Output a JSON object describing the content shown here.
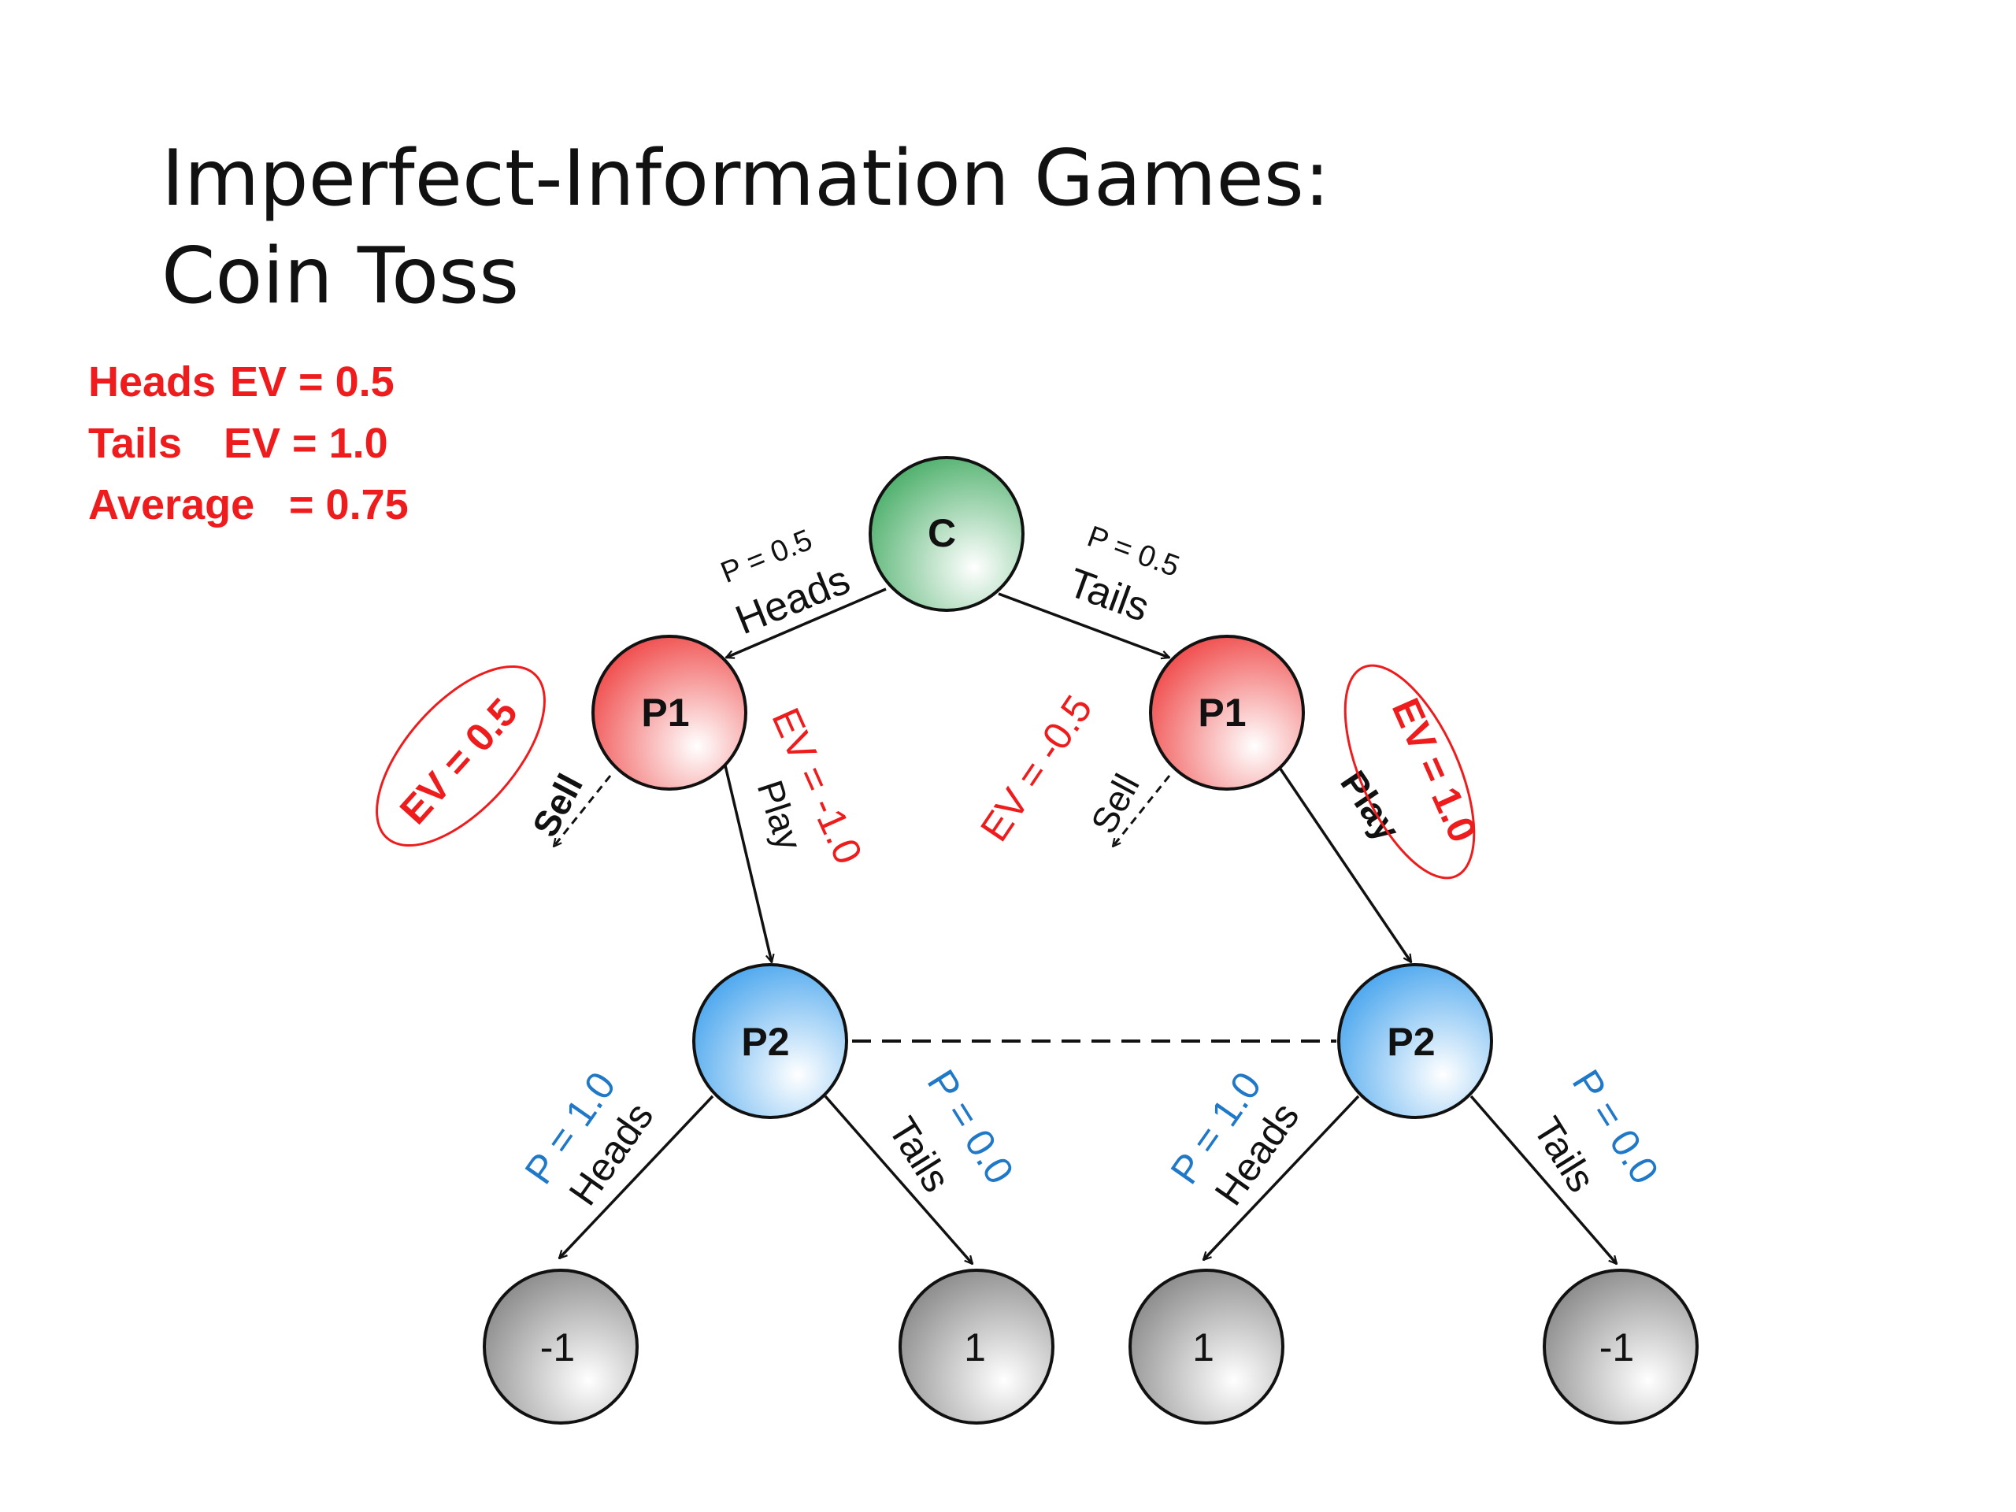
{
  "title": {
    "line1": "Imperfect-Information Games:",
    "line2": "Coin Toss"
  },
  "summary": {
    "heads_label": "Heads",
    "heads_value": "EV = 0.5",
    "tails_label": "Tails",
    "tails_value": "EV = 1.0",
    "average_label": "Average",
    "average_value": "= 0.75"
  },
  "colors": {
    "red": "#ee1c1c",
    "blue": "#1f78c8",
    "ink": "#111111",
    "chance_node": "#4caf6a",
    "p1_node": "#f04a4a",
    "p2_node": "#4aa6ee",
    "leaf_node": "#8a8a8a"
  },
  "nodes": {
    "chance": "C",
    "p1_left": "P1",
    "p1_right": "P1",
    "p2_left": "P2",
    "p2_right": "P2",
    "leaf_1": "-1",
    "leaf_2": "1",
    "leaf_3": "1",
    "leaf_4": "-1"
  },
  "edges": {
    "chance_left_prob": "P = 0.5",
    "chance_left_action": "Heads",
    "chance_right_prob": "P = 0.5",
    "chance_right_action": "Tails",
    "p1_left_sell": "Sell",
    "p1_left_play": "Play",
    "p1_left_sell_ev": "EV = 0.5",
    "p1_left_play_ev": "EV = -1.0",
    "p1_right_sell": "Sell",
    "p1_right_play": "Play",
    "p1_right_sell_ev": "EV = -0.5",
    "p1_right_play_ev": "EV = 1.0",
    "p2_left_heads_prob": "P = 1.0",
    "p2_left_heads": "Heads",
    "p2_left_tails_prob": "P = 0.0",
    "p2_left_tails": "Tails",
    "p2_right_heads_prob": "P = 1.0",
    "p2_right_heads": "Heads",
    "p2_right_tails_prob": "P = 0.0",
    "p2_right_tails": "Tails"
  }
}
